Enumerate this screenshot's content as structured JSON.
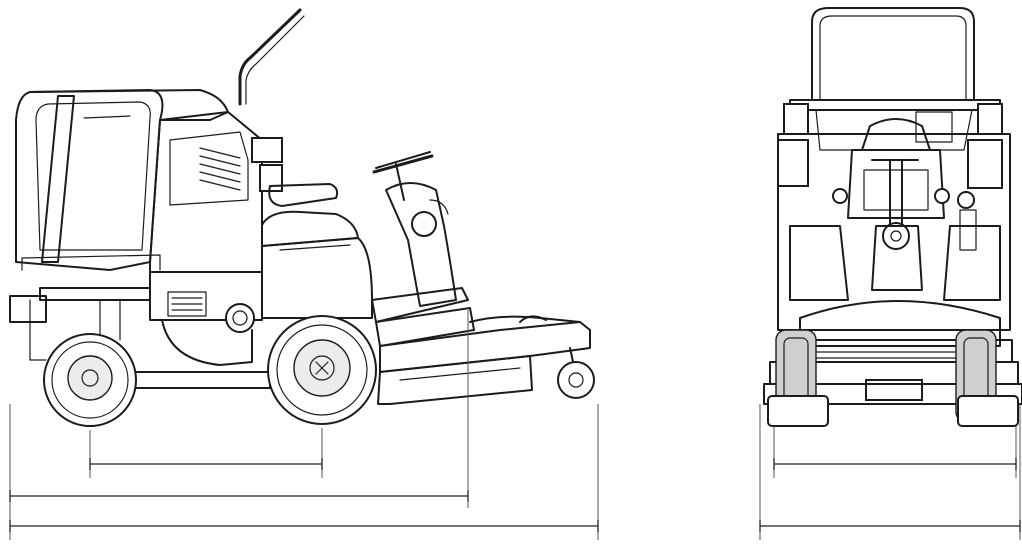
{
  "figure": {
    "views": [
      "side-view",
      "front-view"
    ]
  },
  "dimensions": {
    "side_view": [
      "wheelbase",
      "length-without-deck",
      "overall-length"
    ],
    "front_view": [
      "track-width",
      "overall-width"
    ]
  }
}
